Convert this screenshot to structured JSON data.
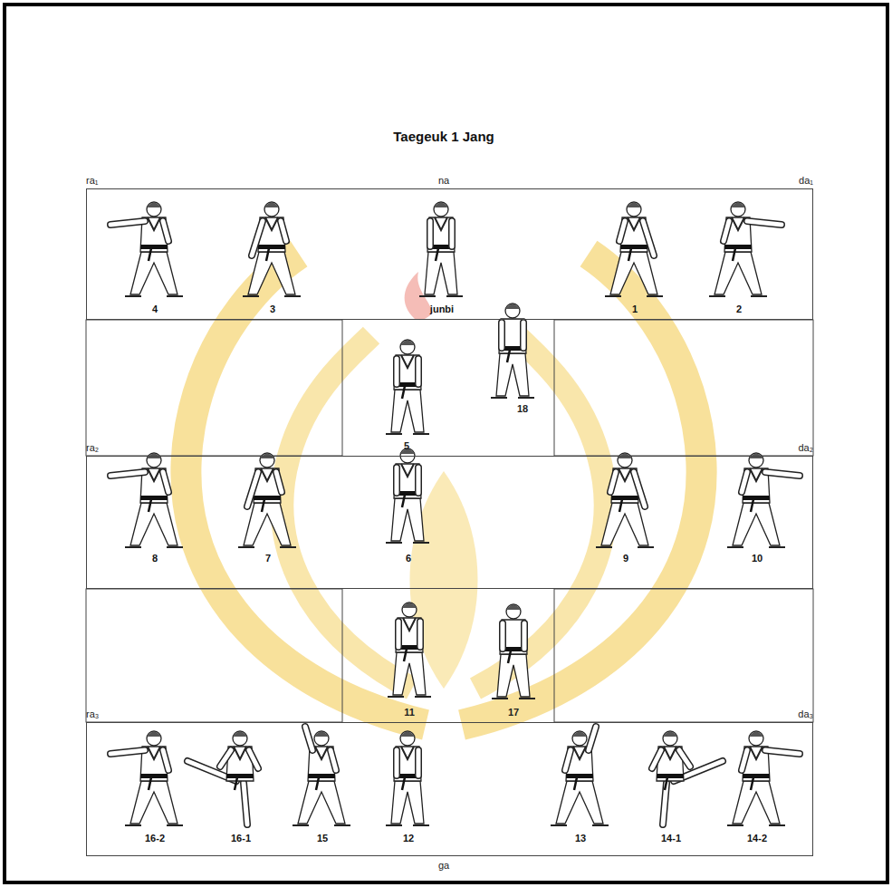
{
  "diagram": {
    "title": "Taegeuk 1 Jang",
    "nodes": [
      {
        "text": [
          "4",
          "3",
          "junbi",
          "1",
          "2"
        ]
      },
      {
        "text": [
          "8",
          "7",
          "6",
          "9",
          "10"
        ]
      },
      {
        "text": [
          "16-2",
          "16-1",
          "15",
          "12",
          "13",
          "14-1",
          "14-2"
        ]
      }
    ],
    "labels": [
      "ra₁",
      "na",
      "da₁",
      "18",
      "5",
      "ra₂",
      "da₂",
      "11",
      "17",
      "ra₃",
      "da₃",
      "ga"
    ]
  }
}
